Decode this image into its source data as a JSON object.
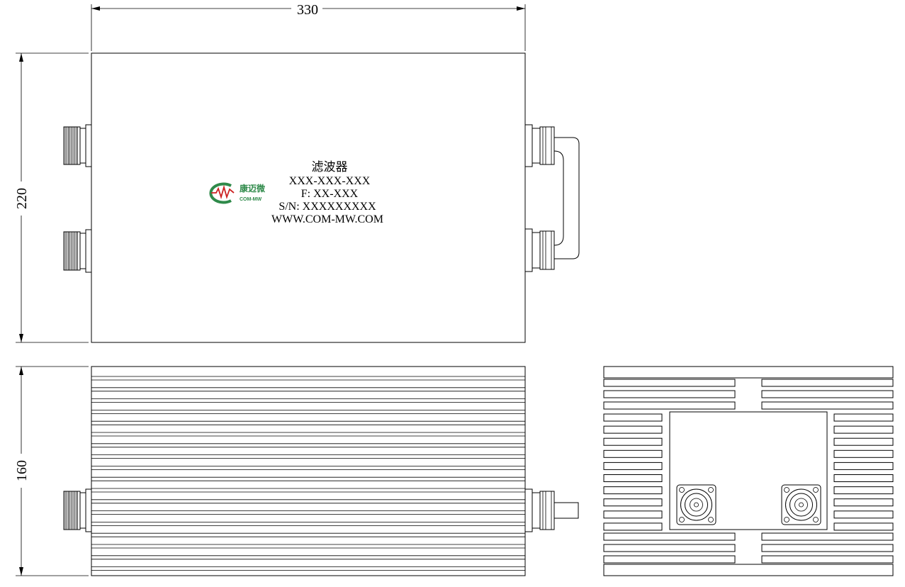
{
  "dimensions": {
    "width": "330",
    "depth": "220",
    "height": "160"
  },
  "label": {
    "line1": "滤波器",
    "line2": "XXX-XXX-XXX",
    "line3": "F: XX-XXX",
    "line4": "S/N: XXXXXXXXX",
    "line5": "WWW.COM-MW.COM"
  },
  "logo": {
    "brand_cn": "康迈微",
    "brand_en": "COM-MW",
    "brand_color": "#2f8a4a",
    "mark_color": "#cc2222"
  }
}
